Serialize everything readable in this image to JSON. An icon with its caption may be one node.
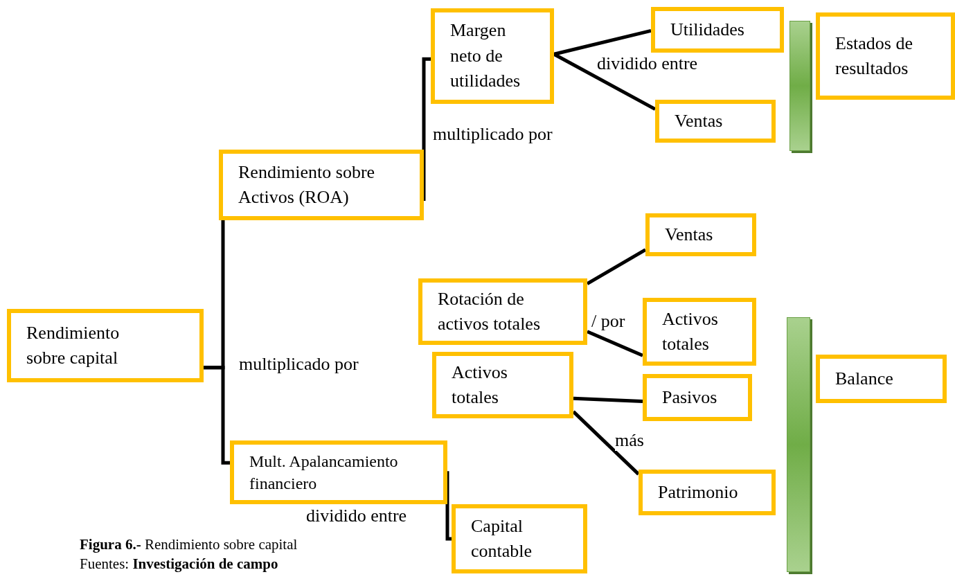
{
  "diagram": {
    "caption": "**Figura 6.-** Rendimiento sobre capital",
    "nodes": [
      {
        "text": [
          "Margen neto de utilidades"
        ]
      },
      {
        "text": [
          "Utilidades"
        ]
      },
      {
        "text": [],
        "shape": "bar"
      },
      {
        "text": [
          "Estados de resultados"
        ]
      },
      {
        "text": [
          "Ventas"
        ]
      },
      {
        "text": [
          "Rendimiento sobre Activos (ROA)"
        ]
      },
      {
        "text": [
          "Ventas"
        ]
      },
      {
        "text": [
          "Rotación de activos totales"
        ]
      },
      {
        "text": [
          "Activos totales"
        ]
      },
      {
        "text": [
          "Rendimiento sobre capital"
        ]
      },
      {
        "text": [],
        "shape": "bar"
      },
      {
        "text": [
          "Activos totales"
        ]
      },
      {
        "text": [
          "Balance"
        ]
      },
      {
        "text": [
          "Pasivos"
        ]
      },
      {
        "text": [
          "Mult. Apalancamiento financiero"
        ]
      },
      {
        "text": [
          "Patrimonio"
        ]
      },
      {
        "text": [
          "Capital contable"
        ]
      }
    ],
    "edges": [
      {
        "from": 9,
        "to": 5,
        "arrow": "none"
      },
      {
        "from": 9,
        "to": 14,
        "arrow": "none",
        "label": "multiplicado por"
      },
      {
        "from": 5,
        "to": 0,
        "arrow": "none",
        "label": "multiplicado por"
      },
      {
        "from": 0,
        "to": 1,
        "arrow": "none",
        "label": "dividido entre"
      },
      {
        "from": 0,
        "to": 4,
        "arrow": "none"
      },
      {
        "from": 7,
        "to": 6,
        "arrow": "none"
      },
      {
        "from": 7,
        "to": 8,
        "arrow": "none",
        "label": "/ por"
      },
      {
        "from": 11,
        "to": 13,
        "arrow": "none"
      },
      {
        "from": 11,
        "to": 15,
        "arrow": "none",
        "label": "más"
      },
      {
        "from": 14,
        "to": 16,
        "arrow": "none",
        "label": "dividido entre"
      }
    ],
    "labels": [
      "Fuentes: **Investigación de campo**"
    ]
  }
}
